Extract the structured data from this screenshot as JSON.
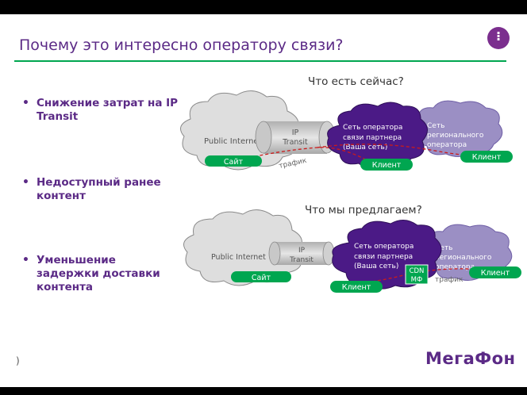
{
  "slide": {
    "title": "Почему это интересно оператору связи?",
    "page_marker": ")",
    "brand": "МегаФон",
    "colors": {
      "purple": "#5b2a86",
      "green": "#00a650",
      "deep_purple": "#4b1a86",
      "grey_cloud": "#d9d9d9"
    }
  },
  "bullets": [
    {
      "text": "Снижение затрат на IP Transit"
    },
    {
      "text": "Недоступный ранее контент"
    },
    {
      "text": "Уменьшение задержки доставки контента"
    }
  ],
  "diagram_now": {
    "heading": "Что есть сейчас?",
    "public_internet": "Public Internet",
    "transit_line1": "IP",
    "transit_line2": "Transit",
    "partner_line1": "Сеть оператора",
    "partner_line2": "связи партнера",
    "partner_line3": "(Ваша сеть)",
    "regional_line1": "Сеть",
    "regional_line2": "регионального",
    "regional_line3": "оператора",
    "site_label": "Сайт",
    "client_partner": "Клиент",
    "client_regional": "Клиент",
    "traffic_label": "трафик"
  },
  "diagram_offer": {
    "heading": "Что мы предлагаем?",
    "public_internet": "Public Internet",
    "transit_line1": "IP",
    "transit_line2": "Transit",
    "partner_line1": "Сеть оператора",
    "partner_line2": "связи партнера",
    "partner_line3": "(Ваша сеть)",
    "regional_line1": "Сеть",
    "regional_line2": "регионального",
    "regional_line3": "оператора",
    "site_label": "Сайт",
    "client_partner": "Клиент",
    "client_regional": "Клиент",
    "cdn_line1": "CDN",
    "cdn_line2": "МФ",
    "traffic_label": "трафик"
  }
}
